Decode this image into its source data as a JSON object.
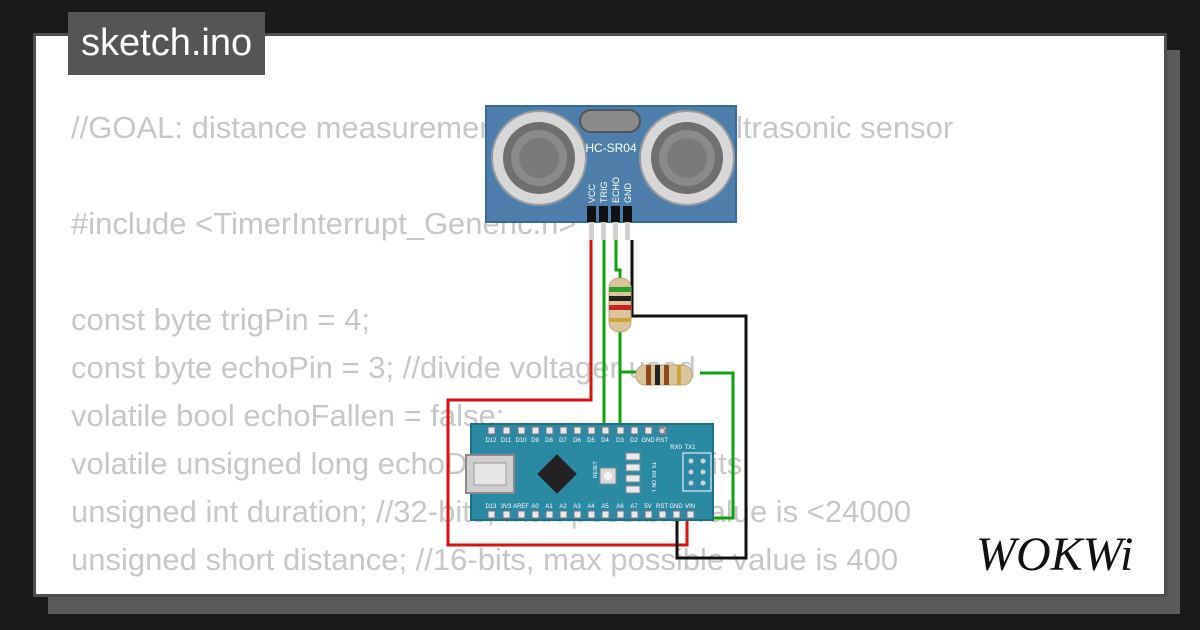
{
  "title": "sketch.ino",
  "code_lines": [
    "//GOAL: distance measurement with HC-SR04 ultrasonic sensor",
    "",
    "#include <TimerInterrupt_Generic.h>",
    "",
    "const byte trigPin = 4;",
    "const byte echoPin = 3; //divide voltager used",
    "volatile bool echoFallen = false;",
    "volatile unsigned long echoDuration = 0; //64-bits",
    "unsigned int duration; //32-bits, max possible value is <24000",
    "unsigned short distance; //16-bits, max possible value is 400"
  ],
  "sensor": {
    "name": "HC-SR04",
    "pins": [
      "VCC",
      "TRIG",
      "ECHO",
      "GND"
    ]
  },
  "board": {
    "top_pins": [
      "D12",
      "D11",
      "D10",
      "D9",
      "D8",
      "D7",
      "D6",
      "D5",
      "D4",
      "D3",
      "D2",
      "GND",
      "RST",
      "RX0",
      "TX1"
    ],
    "bottom_pins": [
      "D13",
      "3V3",
      "AREF",
      "A0",
      "A1",
      "A2",
      "A3",
      "A4",
      "A5",
      "A6",
      "A7",
      "5V",
      "RST",
      "GND",
      "VIN"
    ],
    "reset_label": "RESET",
    "led_labels": [
      "TX",
      "RX",
      "ON",
      "L"
    ]
  },
  "brand": "WOKWi",
  "colors": {
    "background": "#1a1a1a",
    "card": "#ffffff",
    "code_text": "#c7c7c7",
    "tab": "#555555",
    "sensor_pcb": "#4e7fac",
    "board_pcb": "#2a8aa3",
    "wire_red": "#dd1111",
    "wire_green": "#10a010",
    "wire_black": "#111111"
  }
}
